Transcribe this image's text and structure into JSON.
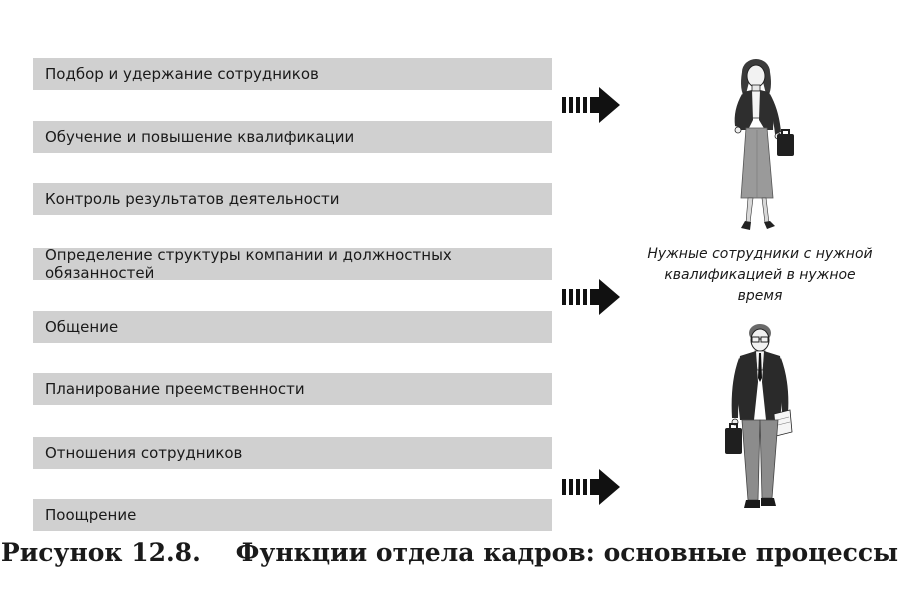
{
  "functions": [
    "Подбор и удержание сотрудников",
    "Обучение и повышение квалификации",
    "Контроль результатов деятельности",
    "Определение структуры компании и должностных обязанностей",
    "Общение",
    "Планирование преемственности",
    "Отношения сотрудников",
    "Поощрение"
  ],
  "result": {
    "line1": "Нужные сотрудники с нужной",
    "line2": "квалификацией в нужное",
    "line3": "время"
  },
  "figure_caption": "Рисунок 12.8.    Функции отдела кадров: основные процессы",
  "icons": {
    "arrow": "striped-arrow-right-icon",
    "woman": "businesswoman-icon",
    "man": "businessman-icon"
  },
  "colors": {
    "bar": "#d0d0d0",
    "text": "#1a1a1a",
    "arrow": "#111111"
  }
}
